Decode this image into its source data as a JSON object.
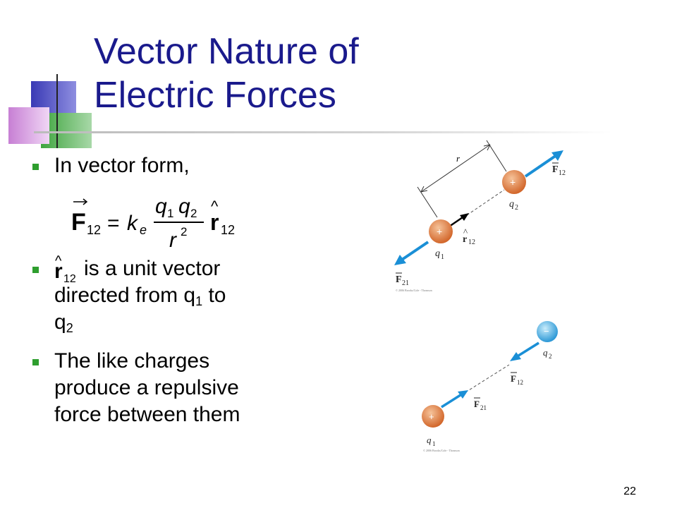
{
  "slide": {
    "title_line1": "Vector Nature of",
    "title_line2": "Electric Forces",
    "page_number": "22"
  },
  "bullets": {
    "b1": "In vector form,",
    "b2_rest": "is a unit vector",
    "b2_line2": "directed from q",
    "b2_sub1": "1",
    "b2_to": " to",
    "b2_line3": "q",
    "b2_sub2": "2",
    "b3_line1": "The like charges",
    "b3_line2": "produce a repulsive",
    "b3_line3": "force between them"
  },
  "equation": {
    "F": "F",
    "F_sub": "12",
    "equals": "=",
    "k": "k",
    "k_sub": "e",
    "num_q1": "q",
    "num_q1_sub": "1",
    "num_q2": "q",
    "num_q2_sub": "2",
    "den_r": "r",
    "den_exp": "2",
    "rhat": "r",
    "rhat_sub": "12"
  },
  "diagram_top": {
    "r_label": "r",
    "q1_sign": "+",
    "q2_sign": "+",
    "q1_label": "q",
    "q1_sub": "1",
    "q2_label": "q",
    "q2_sub": "2",
    "F12_label": "F",
    "F12_sub": "12",
    "F21_label": "F",
    "F21_sub": "21",
    "rhat_label": "r",
    "rhat_sub": "12",
    "copyright": "© 2006 Brooks/Cole - Thomson"
  },
  "diagram_bottom": {
    "q1_sign": "+",
    "q2_sign": "−",
    "q1_label": "q",
    "q1_sub": "1",
    "q2_label": "q",
    "q2_sub": "2",
    "F12_label": "F",
    "F12_sub": "12",
    "F21_label": "F",
    "F21_sub": "21",
    "copyright": "© 2006 Brooks/Cole - Thomson"
  },
  "colors": {
    "title": "#1a1a8c",
    "bullet": "#2e9e2e",
    "force_arrow": "#1a8fd6",
    "positive_charge": "#e07a3a",
    "negative_charge": "#3aa8e0"
  }
}
